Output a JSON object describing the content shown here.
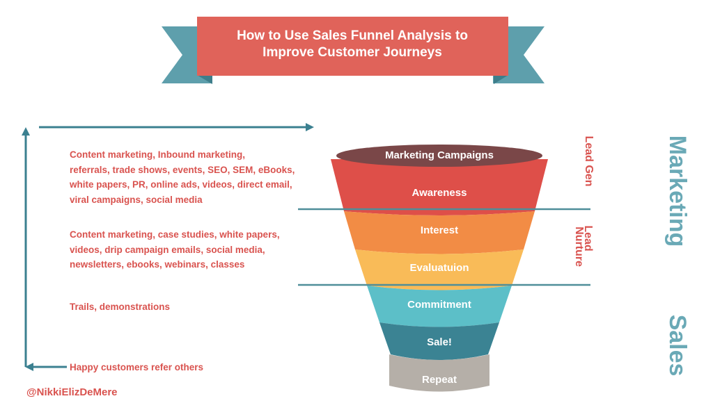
{
  "title": {
    "line1": "How to Use Sales Funnel Analysis to",
    "line2": "Improve Customer Journeys"
  },
  "colors": {
    "ribbon_front": "#e0635a",
    "ribbon_tail": "#5e9fac",
    "ribbon_fold": "#3e7e8b",
    "accent_red": "#d9534f",
    "accent_teal": "#3b8090",
    "divider": "#4f8e99",
    "side_label": "#6aa9b6"
  },
  "descriptions": {
    "group1": "Content marketing, Inbound marketing,\nreferrals, trade shows, events, SEO, SEM, eBooks,\nwhite papers, PR, online ads, videos, direct email,\nviral campaigns, social media",
    "group2": "Content marketing, case studies, white papers,\nvideos, drip campaign emails, social media,\nnewsletters, ebooks, webinars, classes",
    "group3": "Trails, demonstrations",
    "group4": "Happy customers refer others"
  },
  "funnel": {
    "stages": [
      {
        "label": "Marketing Campaigns",
        "color": "#7a4748"
      },
      {
        "label": "Awareness",
        "color": "#de4f49"
      },
      {
        "label": "Interest",
        "color": "#f28c45"
      },
      {
        "label": "Evaluatuion",
        "color": "#f9bb58"
      },
      {
        "label": "Commitment",
        "color": "#5cbfc8"
      },
      {
        "label": "Sale!",
        "color": "#3b8393"
      },
      {
        "label": "Repeat",
        "color": "#b5afa8"
      }
    ]
  },
  "side_labels": {
    "lead_gen": "Lead Gen",
    "lead_nurture_1": "Lead",
    "lead_nurture_2": "Nurture",
    "marketing": "Marketing",
    "sales": "Sales"
  },
  "handle": "@NikkiElizDeMere"
}
